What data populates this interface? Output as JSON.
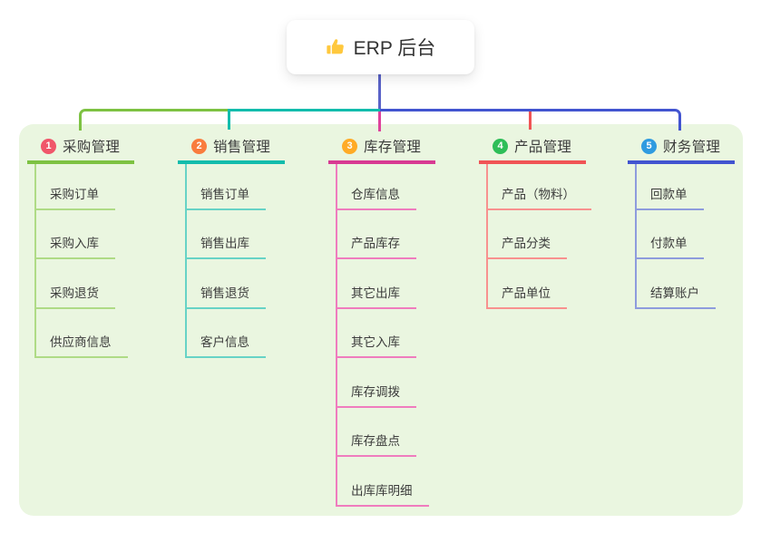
{
  "root": {
    "title": "ERP 后台",
    "icon": "thumbs-up",
    "icon_color": "#FFC83D"
  },
  "connector": {
    "stem_color": "#5a63c8",
    "center_drop_color": "#de429c"
  },
  "branches": [
    {
      "num": "1",
      "label": "采购管理",
      "colors": {
        "main": "#7dc242",
        "light": "#afdb86",
        "bullet": "#f0566a"
      },
      "children": [
        "采购订单",
        "采购入库",
        "采购退货",
        "供应商信息"
      ]
    },
    {
      "num": "2",
      "label": "销售管理",
      "colors": {
        "main": "#12bcac",
        "light": "#67d3c6",
        "bullet": "#f97c3d"
      },
      "children": [
        "销售订单",
        "销售出库",
        "销售退货",
        "客户信息"
      ]
    },
    {
      "num": "3",
      "label": "库存管理",
      "colors": {
        "main": "#d83a92",
        "light": "#ef7cbe",
        "bullet": "#ffab26"
      },
      "children": [
        "仓库信息",
        "产品库存",
        "其它出库",
        "其它入库",
        "库存调拨",
        "库存盘点",
        "出库库明细"
      ]
    },
    {
      "num": "4",
      "label": "产品管理",
      "colors": {
        "main": "#f05455",
        "light": "#f8918f",
        "bullet": "#2ebe58"
      },
      "children": [
        "产品（物料）",
        "产品分类",
        "产品单位"
      ]
    },
    {
      "num": "5",
      "label": "财务管理",
      "colors": {
        "main": "#4254d0",
        "light": "#8e9cdd",
        "bullet": "#2f9be0"
      },
      "children": [
        "回款单",
        "付款单",
        "结算账户"
      ]
    }
  ]
}
